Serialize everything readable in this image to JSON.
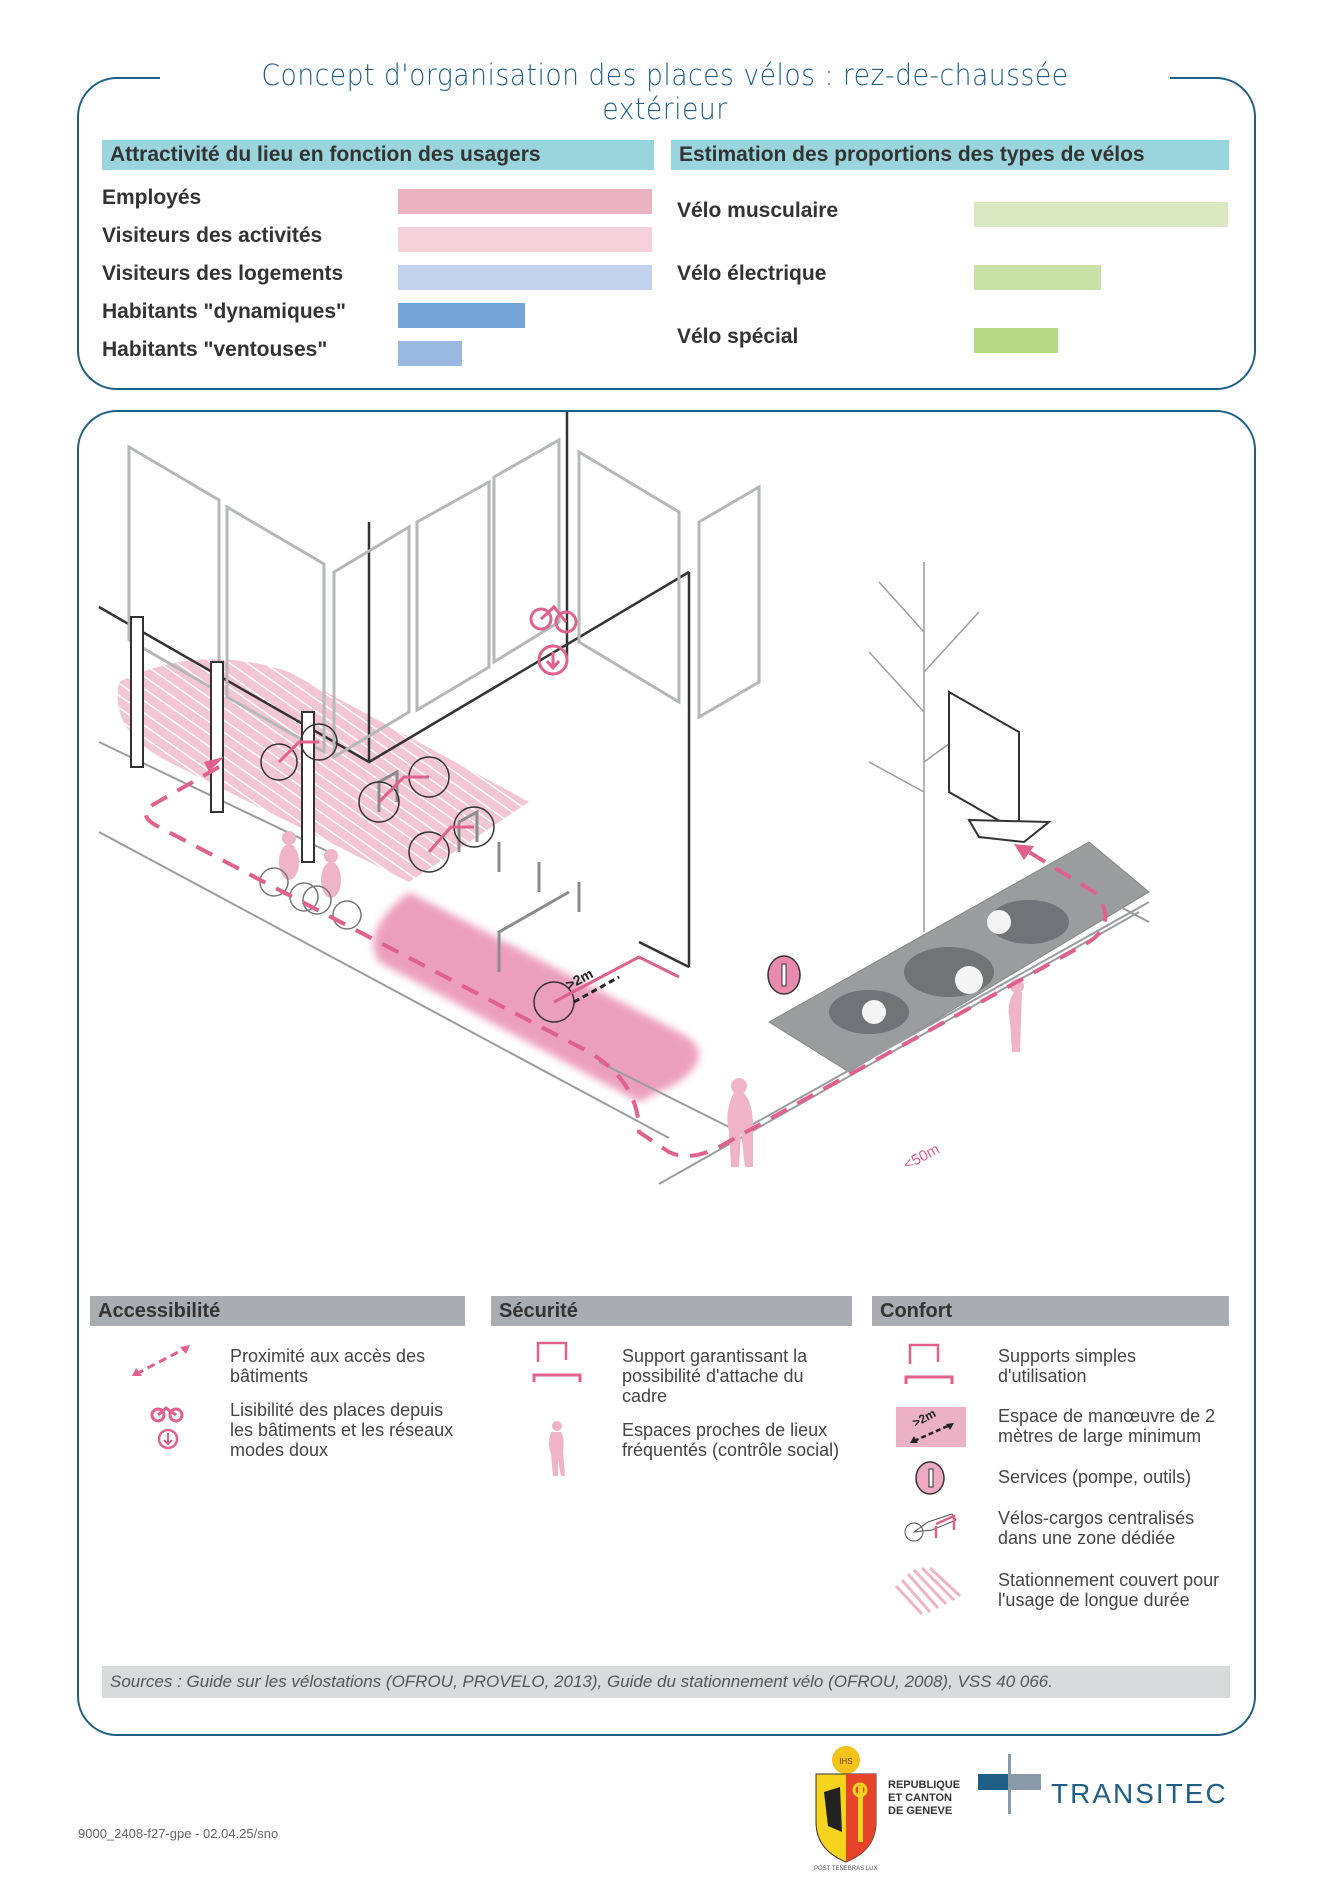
{
  "page_title": "Concept d'organisation des places vélos : rez-de-chaussée extérieur",
  "attractivity": {
    "heading": "Attractivité du lieu en fonction des usagers",
    "rows": [
      {
        "label": "Employés",
        "level": 1.0,
        "color": "#ebb3c1"
      },
      {
        "label": "Visiteurs des activités",
        "level": 1.0,
        "color": "#f3d0da"
      },
      {
        "label": "Visiteurs des logements",
        "level": 1.0,
        "color": "#c3d2ec"
      },
      {
        "label": "Habitants \"dynamiques\"",
        "level": 0.5,
        "color": "#74a4d6"
      },
      {
        "label": "Habitants \"ventouses\"",
        "level": 0.25,
        "color": "#9ab9e0"
      }
    ]
  },
  "bike_types": {
    "heading": "Estimation des proportions des types de vélos",
    "rows": [
      {
        "label": "Vélo musculaire",
        "level": 1.0,
        "color": "#dbe9c2"
      },
      {
        "label": "Vélo électrique",
        "level": 0.5,
        "color": "#c9e1a6"
      },
      {
        "label": "Vélo spécial",
        "level": 0.33,
        "color": "#b8d987"
      }
    ]
  },
  "illustration": {
    "label_maneuver": ">2m",
    "label_distance": "<50m",
    "accent_color": "#e0608e"
  },
  "legend": {
    "accessibilite": {
      "heading": "Accessibilité",
      "items": [
        {
          "icon": "dashed-arrow-icon",
          "text": "Proximité aux accès des bâtiments"
        },
        {
          "icon": "bike-sign-icon",
          "text": "Lisibilité des places depuis les bâtiments et les réseaux modes doux"
        }
      ]
    },
    "securite": {
      "heading": "Sécurité",
      "items": [
        {
          "icon": "bike-rack-icon",
          "text": "Support garantissant la possibilité d'attache du cadre"
        },
        {
          "icon": "pedestrian-icon",
          "text": "Espaces proches de lieux fréquentés (contrôle social)"
        }
      ]
    },
    "confort": {
      "heading": "Confort",
      "items": [
        {
          "icon": "bike-rack-icon",
          "text": "Supports simples d'utilisation"
        },
        {
          "icon": "maneuver-space-icon",
          "text": "Espace de manœuvre de 2 mètres de large minimum",
          "badge": ">2m"
        },
        {
          "icon": "service-station-icon",
          "text": "Services (pompe, outils)"
        },
        {
          "icon": "cargo-bike-icon",
          "text": "Vélos-cargos centralisés dans une zone dédiée"
        },
        {
          "icon": "hatched-area-icon",
          "text": "Stationnement couvert pour l'usage de longue durée"
        }
      ]
    }
  },
  "sources": "Sources : Guide sur les vélostations (OFROU, PROVELO, 2013), Guide du stationnement vélo (OFROU, 2008), VSS 40 066.",
  "footer": {
    "code": "9000_2408-f27-gpe - 02.04.25/sno",
    "geneva_line1": "REPUBLIQUE",
    "geneva_line2": "ET CANTON",
    "geneva_line3": "DE GENEVE",
    "geneva_motto": "POST TENEBRAS LUX",
    "transitec": "TRANSITEC"
  }
}
